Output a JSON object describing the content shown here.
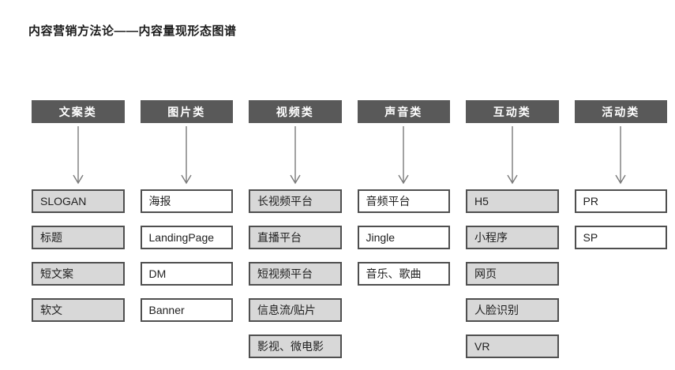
{
  "title": "内容营销方法论——内容量现形态图谱",
  "colors": {
    "background": "#ffffff",
    "title_text": "#1b1b1b",
    "header_bg": "#595959",
    "header_text": "#ffffff",
    "box_border": "#4f4f4f",
    "box_fill_gray": "#d8d8d8",
    "box_fill_white": "#ffffff",
    "item_text": "#1f1f1f",
    "arrow": "#7a7a7a"
  },
  "columns": [
    {
      "header": "文案类",
      "items": [
        {
          "label": "SLOGAN",
          "fill": "gray"
        },
        {
          "label": "标题",
          "fill": "gray"
        },
        {
          "label": "短文案",
          "fill": "gray"
        },
        {
          "label": "软文",
          "fill": "gray"
        }
      ]
    },
    {
      "header": "图片类",
      "items": [
        {
          "label": "海报",
          "fill": "white"
        },
        {
          "label": "LandingPage",
          "fill": "white"
        },
        {
          "label": "DM",
          "fill": "white"
        },
        {
          "label": "Banner",
          "fill": "white"
        }
      ]
    },
    {
      "header": "视频类",
      "items": [
        {
          "label": "长视频平台",
          "fill": "gray"
        },
        {
          "label": "直播平台",
          "fill": "gray"
        },
        {
          "label": "短视频平台",
          "fill": "gray"
        },
        {
          "label": "信息流/贴片",
          "fill": "gray"
        },
        {
          "label": "影视、微电影",
          "fill": "gray"
        }
      ]
    },
    {
      "header": "声音类",
      "items": [
        {
          "label": "音频平台",
          "fill": "white"
        },
        {
          "label": "Jingle",
          "fill": "white"
        },
        {
          "label": "音乐、歌曲",
          "fill": "white"
        }
      ]
    },
    {
      "header": "互动类",
      "items": [
        {
          "label": "H5",
          "fill": "gray"
        },
        {
          "label": "小程序",
          "fill": "gray"
        },
        {
          "label": "网页",
          "fill": "gray"
        },
        {
          "label": "人脸识别",
          "fill": "gray"
        },
        {
          "label": "VR",
          "fill": "gray"
        }
      ]
    },
    {
      "header": "活动类",
      "items": [
        {
          "label": "PR",
          "fill": "white"
        },
        {
          "label": "SP",
          "fill": "white"
        }
      ]
    }
  ]
}
